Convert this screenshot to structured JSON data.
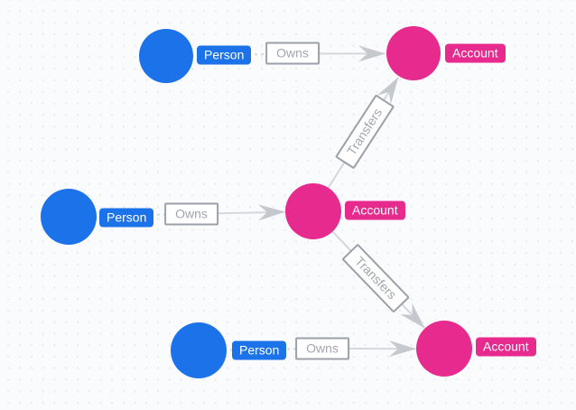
{
  "app": {
    "name": "graph-visualization-canvas"
  },
  "colors": {
    "person_node": "#1c72e8",
    "account_node": "#e62a8e",
    "edge_line": "#d4d7db",
    "arrowhead": "#c5c8cd",
    "edge_label_border": "#9aa1a8",
    "edge_label_text": "#a0a6ad",
    "canvas_background": "#fafbfd",
    "grid_dot": "#e7e9ec"
  },
  "graph": {
    "nodes": [
      {
        "id": "person-top",
        "type": "Person",
        "label": "Person"
      },
      {
        "id": "account-top",
        "type": "Account",
        "label": "Account"
      },
      {
        "id": "person-middle",
        "type": "Person",
        "label": "Person"
      },
      {
        "id": "account-middle",
        "type": "Account",
        "label": "Account"
      },
      {
        "id": "person-bottom",
        "type": "Person",
        "label": "Person"
      },
      {
        "id": "account-bottom",
        "type": "Account",
        "label": "Account"
      }
    ],
    "edges": [
      {
        "from": "person-top",
        "to": "account-top",
        "label": "Owns"
      },
      {
        "from": "person-middle",
        "to": "account-middle",
        "label": "Owns"
      },
      {
        "from": "person-bottom",
        "to": "account-bottom",
        "label": "Owns"
      },
      {
        "from": "account-middle",
        "to": "account-top",
        "label": "Transfers"
      },
      {
        "from": "account-middle",
        "to": "account-bottom",
        "label": "Transfers"
      }
    ]
  }
}
